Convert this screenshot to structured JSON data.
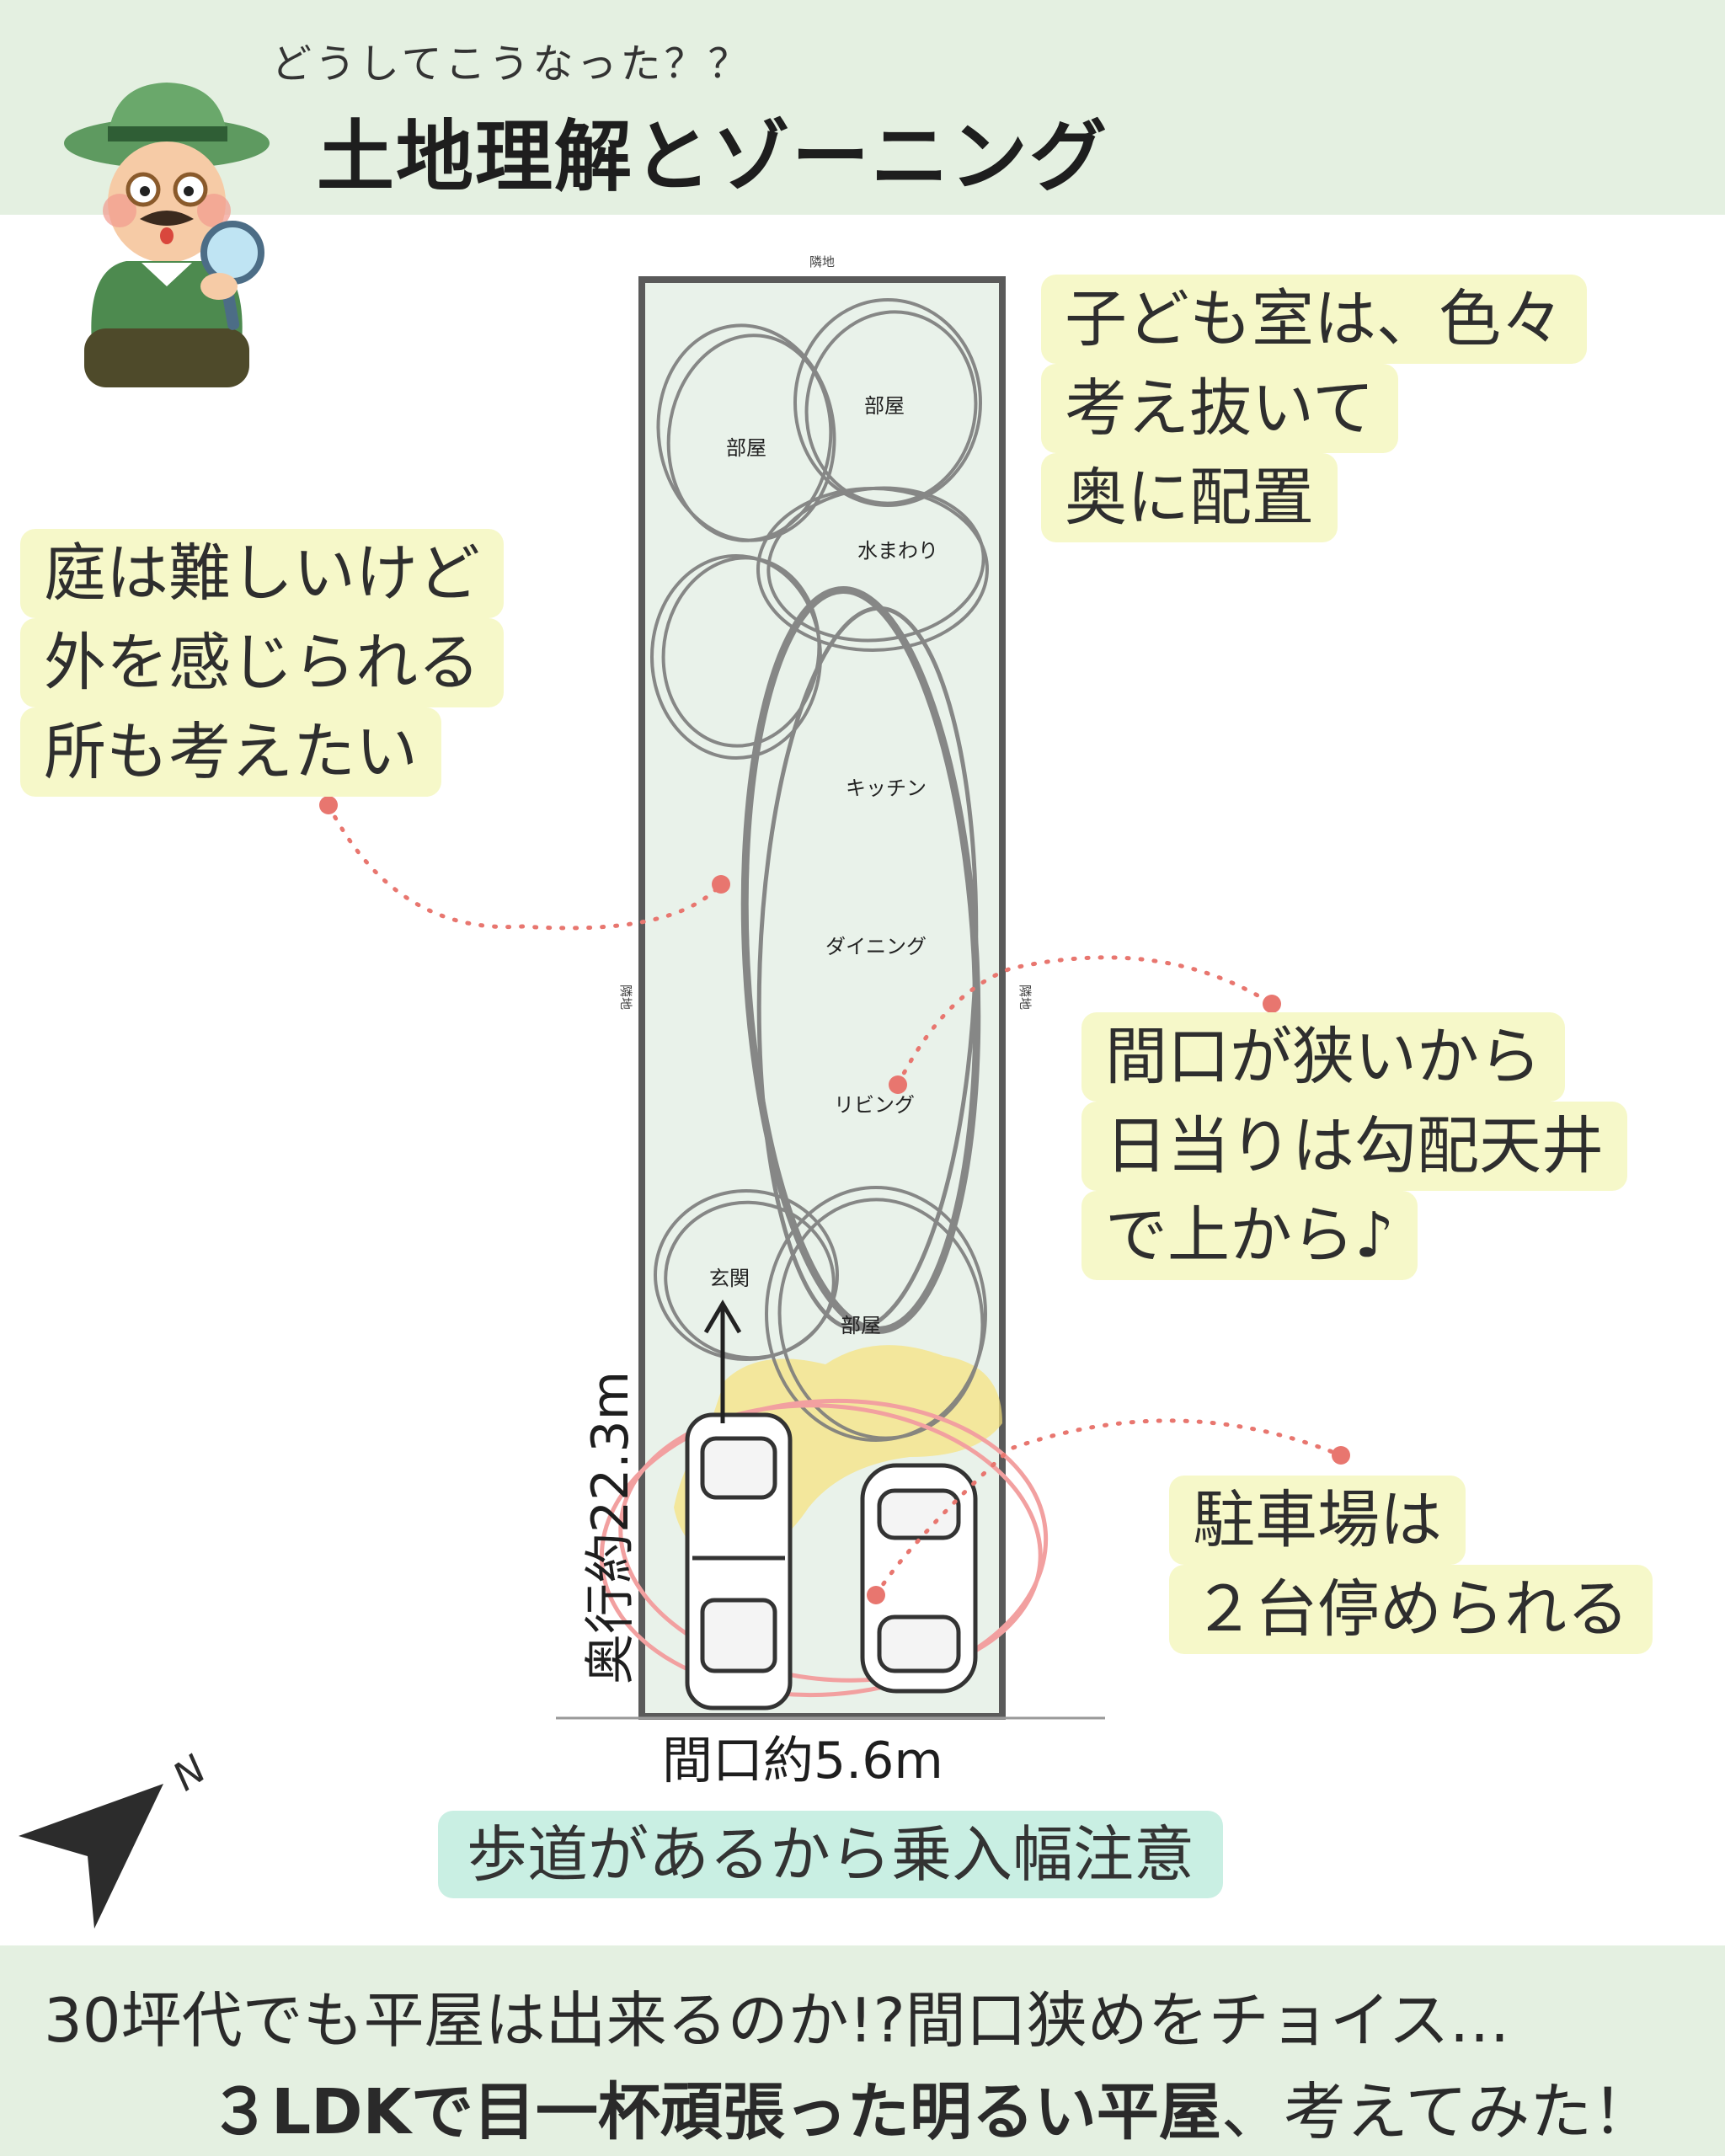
{
  "header": {
    "subtitle": "どうしてこうなった？？",
    "title": "土地理解とゾーニング"
  },
  "plan": {
    "neighbor_label": "隣地",
    "rooms": {
      "room_a": "部屋",
      "room_b": "部屋",
      "water": "水まわり",
      "kitchen": "キッチン",
      "dining": "ダイニング",
      "living": "リビング",
      "entrance": "玄関",
      "room_c": "部屋"
    },
    "width_label": "間口約5.6m",
    "depth_label": "奥行約22.3m",
    "compass_label": "N"
  },
  "callouts": {
    "kids_room": [
      "子ども室は、色々",
      "考え抜いて",
      "奥に配置"
    ],
    "garden": [
      "庭は難しいけど",
      "外を感じられる",
      "所も考えたい"
    ],
    "frontage": [
      "間口が狭いから",
      "日当りは勾配天井",
      "で上から♪"
    ],
    "parking": [
      "駐車場は",
      "２台停められる"
    ]
  },
  "banner": "歩道があるから乗入幅注意",
  "footer": {
    "line1": "30坪代でも平屋は出来るのか!?間口狭めをチョイス…",
    "line2_bold": "３LDKで目一杯頑張った明るい平屋",
    "line2_rest": "、考えてみた！"
  },
  "colors": {
    "band": "#e4f0e1",
    "bubble": "#f6f8c9",
    "banner": "#c9efe3",
    "dot_line": "#e8766f",
    "lot_fill": "#e9f2ea",
    "sketch": "#7c7c7c"
  }
}
